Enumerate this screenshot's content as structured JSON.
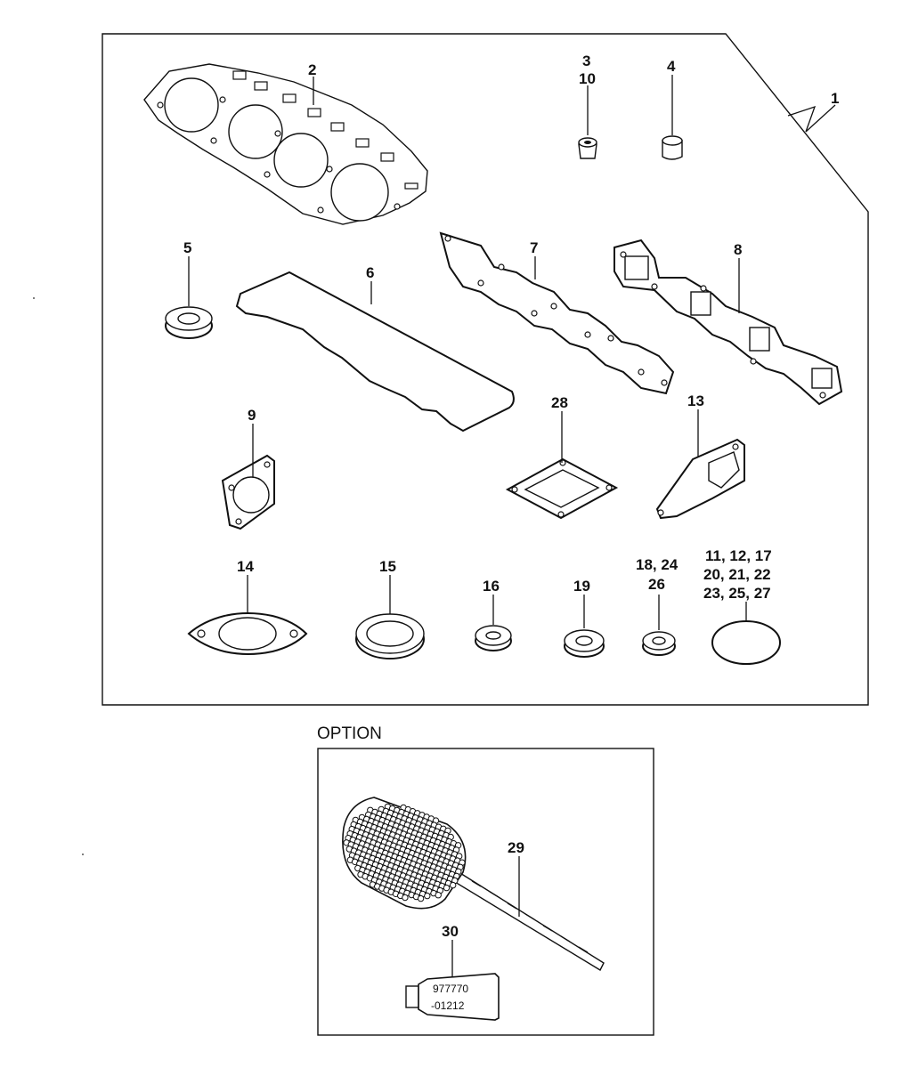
{
  "kit": {
    "ref": "1"
  },
  "labels": {
    "p2": "2",
    "p3": "3",
    "p10": "10",
    "p4": "4",
    "p5": "5",
    "p6": "6",
    "p7": "7",
    "p8": "8",
    "p9": "9",
    "p28": "28",
    "p13": "13",
    "p14": "14",
    "p15": "15",
    "p16": "16",
    "p19": "19",
    "p18_24": "18, 24",
    "p26": "26",
    "oring_line1": "11, 12, 17",
    "oring_line2": "20, 21, 22",
    "oring_line3": "23, 25, 27"
  },
  "option": {
    "title": "OPTION",
    "p29": "29",
    "p30": "30",
    "tube_line1": "977770",
    "tube_line2": "-01212"
  },
  "icons": {
    "head_gasket": "cylinder-head-gasket-icon",
    "valve_seal": "valve-stem-seal-icon",
    "flex_hone": "flex-hone-brush-icon",
    "sealant_tube": "sealant-tube-icon"
  }
}
